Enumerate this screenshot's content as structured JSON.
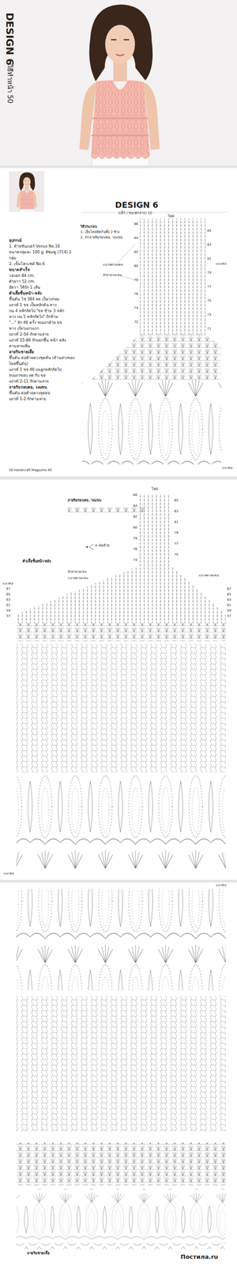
{
  "diagram": {
    "title": "DESIGN 6",
    "labels": [
      "DESIGN 6",
      "วิธีทำหน้า 50",
      "(เล็ก / ขนาดกลาง) 10",
      "อุปกรณ์",
      "1. ด้ายซันเบอร์ Venus No.16",
      "ขนาดกลุ่มละ 100 g. สีชมพู (714) 2",
      "กลุ่ม",
      "2. เข็มโครเชต์ No.6",
      "ขนาดสำเร็จ",
      "รอบอก 84 cm.",
      "ตัวยาว 52 cm.",
      "อัตรา ใช้ถัก 1 เส้น",
      "ตัวเสื้อชิ้นหน้า-หลัง",
      "ขึ้นต้น โซ่ 384 ลห เป็นวงกลม",
      "แถวที่ 1 ขจ เป็นหลักต้น หาง",
      "บน 4 หลักถัดไป \"ขจ ข้าม 3 หลัก",
      "หาง บน 5 หลักถัดไป\" ถักข้าม",
      "\"...\" อีก 46 ครั้ง จบแถวด้วย ขจ",
      "หาง เกี่ยวแถวแรก",
      "แถวที่ 2-54 ถักตามลาย",
      "แถวที่ 55-86 ถักแยกชิ้น หน้า หลัง",
      "ตามลายเพิ่ม",
      "ลายริมชายเสื้อ",
      "ขึ้นต้น ต่อด้ายตรงชุดต้น (ด้านล่างของ",
      "ไหล่ขึ้นต้น)",
      "แถวที่ 1 ขจ 46 บนลูกหลักถัดไป",
      "จบแถวขอบ ลด กับ ขจ",
      "แถวที่ 2-11 ถักตามลาย",
      "ลายริมรอบคอ, วงแขน",
      "ขึ้นต้น ต่อด้ายตรงจุดต่อ",
      "แถวที่ 1-2 ถักตามลาย",
      "วิธีประกอบ",
      "1. เย็บไหล่ติดกันทั้ง 2 ข้าง",
      "2. ถักลายริมรอบคอ, วงแขน",
      "ไหล่",
      "แนวต่อ",
      "แนวลดรอบคอ",
      "ถักลายวงแขน",
      "50 Handicraft Magazine 40",
      "แนวต่อ",
      "ไหล่",
      "ลายริมรอบคอ, วงแขน",
      "= ต่อด้าย",
      "ตัวเสื้อชิ้นหน้า-หลัง",
      "แนวต่อ",
      "แนวลดวงแขน",
      "ถักลายวงแขน",
      "แนวลดวงแขน",
      "แนวต่อ",
      "แนวต่อ",
      "ลายริมชายเสื้อ",
      "Постила.ru",
      "86",
      "84",
      "82",
      "80",
      "78",
      "76",
      "74",
      "72",
      "85",
      "83",
      "81",
      "79",
      "77",
      "75",
      "73",
      "71",
      "86",
      "84",
      "82",
      "80",
      "78",
      "76",
      "74",
      "85",
      "83",
      "81",
      "79",
      "77",
      "75",
      "67",
      "65",
      "63",
      "61",
      "59",
      "57",
      "67",
      "65",
      "63",
      "61",
      "59",
      "57"
    ]
  }
}
